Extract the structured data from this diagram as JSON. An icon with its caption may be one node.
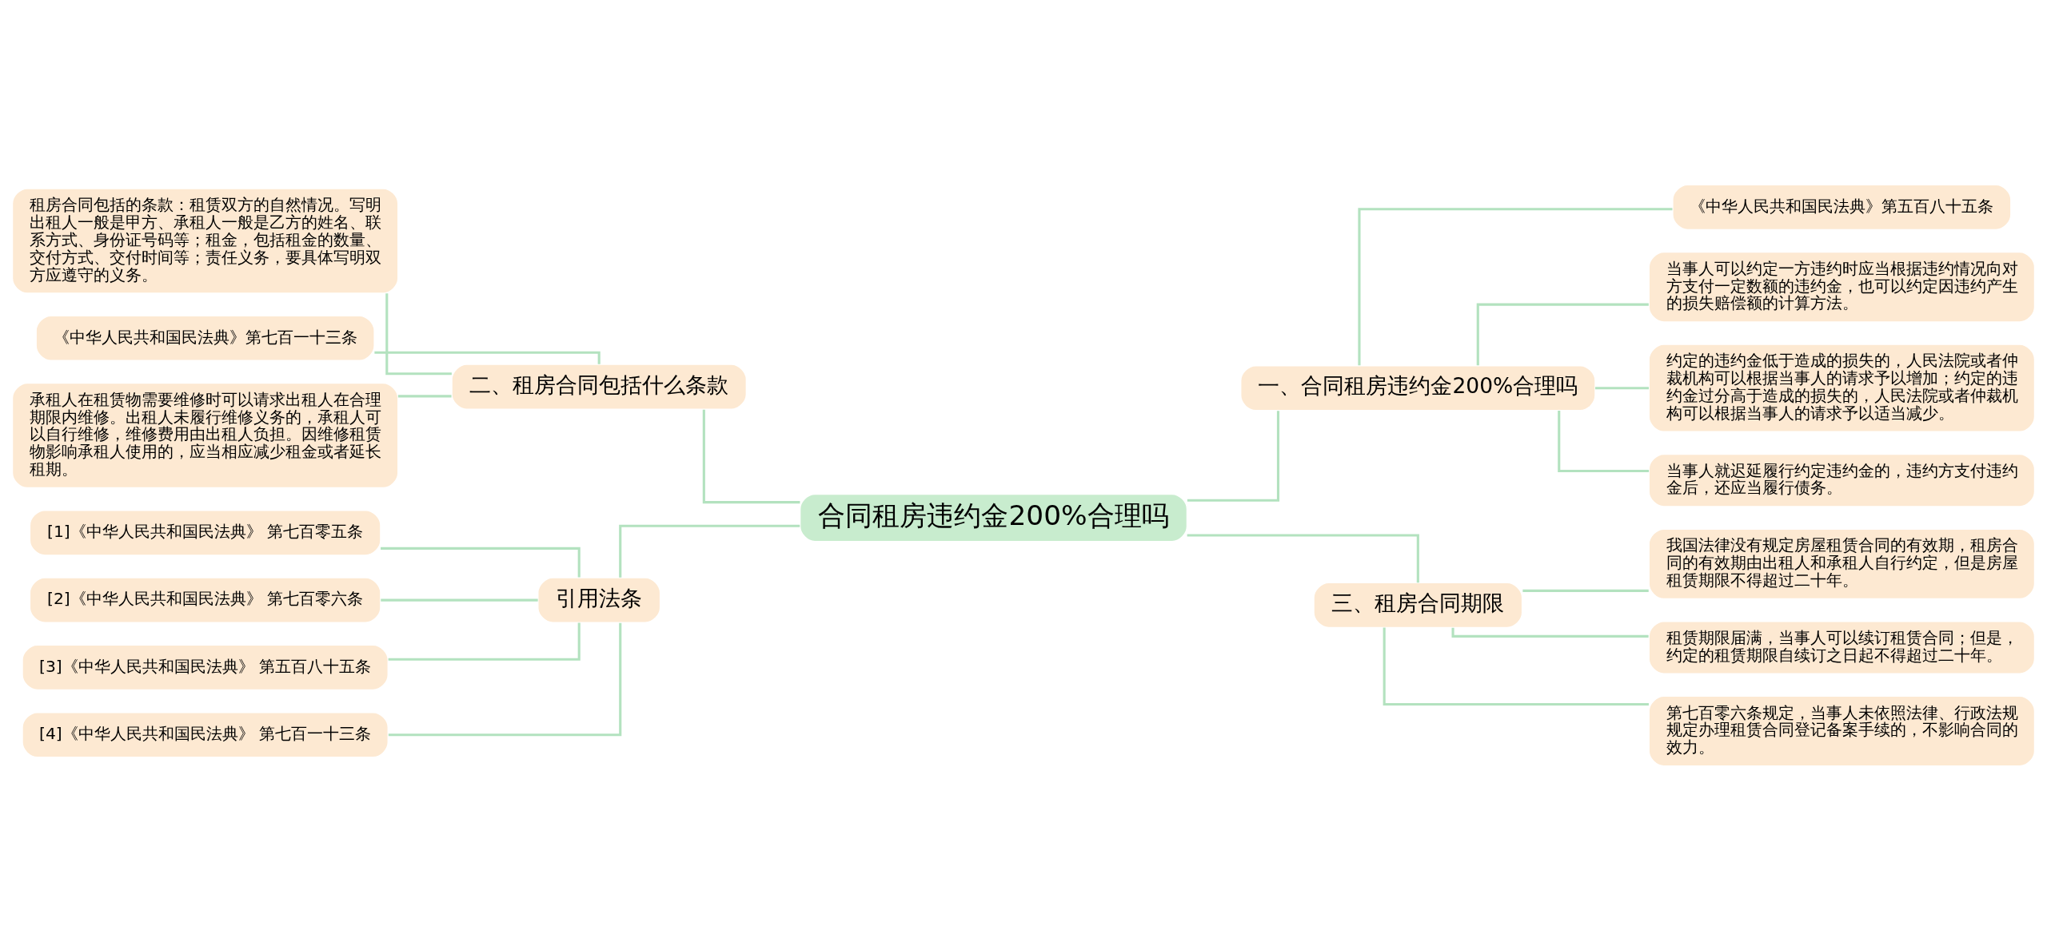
{
  "diagram": {
    "nodes": [
      {
        "text": [
          "合同租房违约金200%合理吗"
        ]
      },
      {
        "text": [
          "一、合同租房违约金200%合理吗"
        ]
      },
      {
        "text": [
          "《中华人民共和国民法典》第五百八十五条"
        ]
      },
      {
        "text": [
          "当事人可以约定一方违约时应当根据违约情况向对方支付一定数额的违约金，也可以约定因违约产生的损失赔偿额的计算方法。"
        ]
      },
      {
        "text": [
          "约定的违约金低于造成的损失的，人民法院或者仲裁机构可以根据当事人的请求予以增加；约定的违约金过分高于造成的损失的，人民法院或者仲裁机构可以根据当事人的请求予以适当减少。"
        ]
      },
      {
        "text": [
          "当事人就迟延履行约定违约金的，违约方支付违约金后，还应当履行债务。"
        ]
      },
      {
        "text": [
          "三、租房合同期限"
        ]
      },
      {
        "text": [
          "我国法律没有规定房屋租赁合同的有效期，租房合同的有效期由出租人和承租人自行约定，但是房屋租赁期限不得超过二十年。"
        ]
      },
      {
        "text": [
          "租赁期限届满，当事人可以续订租赁合同；但是，约定的租赁期限自续订之日起不得超过二十年。"
        ]
      },
      {
        "text": [
          "第七百零六条规定，当事人未依照法律、行政法规规定办理租赁合同登记备案手续的，不影响合同的效力。"
        ]
      },
      {
        "text": [
          "二、租房合同包括什么条款"
        ]
      },
      {
        "text": [
          "租房合同包括的条款：租赁双方的自然情况。写明出租人一般是甲方、承租人一般是乙方的姓名、联系方式、身份证号码等；租金，包括租金的数量、交付方式、交付时间等；责任义务，要具体写明双方应遵守的义务。"
        ]
      },
      {
        "text": [
          "《中华人民共和国民法典》第七百一十三条"
        ]
      },
      {
        "text": [
          "承租人在租赁物需要维修时可以请求出租人在合理期限内维修。出租人未履行维修义务的，承租人可以自行维修，维修费用由出租人负担。因维修租赁物影响承租人使用的，应当相应减少租金或者延长租期。"
        ]
      },
      {
        "text": [
          "引用法条"
        ]
      },
      {
        "text": [
          "[1]《中华人民共和国民法典》 第七百零五条"
        ]
      },
      {
        "text": [
          "[2]《中华人民共和国民法典》 第七百零六条"
        ]
      },
      {
        "text": [
          "[3]《中华人民共和国民法典》 第五百八十五条"
        ]
      },
      {
        "text": [
          "[4]《中华人民共和国民法典》 第七百一十三条"
        ]
      }
    ],
    "edges": [
      {
        "from": 0,
        "to": 1,
        "arrow": "none"
      },
      {
        "from": 1,
        "to": 2,
        "arrow": "none"
      },
      {
        "from": 1,
        "to": 3,
        "arrow": "none"
      },
      {
        "from": 1,
        "to": 4,
        "arrow": "none"
      },
      {
        "from": 1,
        "to": 5,
        "arrow": "none"
      },
      {
        "from": 0,
        "to": 6,
        "arrow": "none"
      },
      {
        "from": 6,
        "to": 7,
        "arrow": "none"
      },
      {
        "from": 6,
        "to": 8,
        "arrow": "none"
      },
      {
        "from": 6,
        "to": 9,
        "arrow": "none"
      },
      {
        "from": 0,
        "to": 10,
        "arrow": "none"
      },
      {
        "from": 10,
        "to": 11,
        "arrow": "none"
      },
      {
        "from": 10,
        "to": 12,
        "arrow": "none"
      },
      {
        "from": 10,
        "to": 13,
        "arrow": "none"
      },
      {
        "from": 0,
        "to": 14,
        "arrow": "none"
      },
      {
        "from": 14,
        "to": 15,
        "arrow": "none"
      },
      {
        "from": 14,
        "to": 16,
        "arrow": "none"
      },
      {
        "from": 14,
        "to": 17,
        "arrow": "none"
      },
      {
        "from": 14,
        "to": 18,
        "arrow": "none"
      }
    ]
  }
}
